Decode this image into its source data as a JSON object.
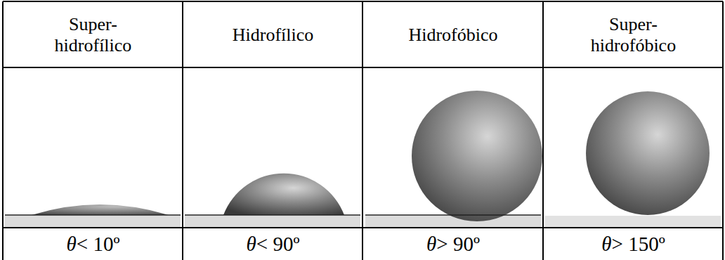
{
  "diagram": {
    "labels": [
      "Super- hidrofílico",
      "Hidrofílico",
      "Hidrofóbico",
      "Super- hidrofóbico",
      "θ< 10º",
      "θ< 90º",
      "θ> 90º",
      "θ> 150º"
    ]
  }
}
